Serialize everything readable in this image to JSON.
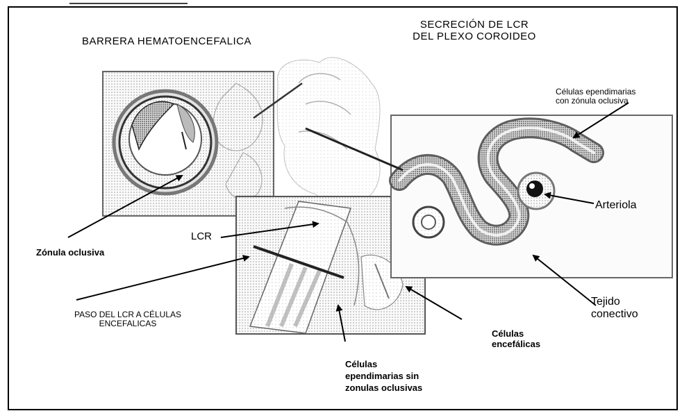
{
  "titles": {
    "blood_brain_barrier": "BARRERA HEMATOENCEFALICA",
    "csf_secretion_line1": "SECRECIÓN DE LCR",
    "csf_secretion_line2": "DEL  PLEXO COROIDEO"
  },
  "labels": {
    "ependymal_with_zonula_line1": "Células ependimarias",
    "ependymal_with_zonula_line2": "con zónula oclusiva",
    "arteriola": "Arteriola",
    "lcr": "LCR",
    "zonula_oclusiva": "Zónula oclusiva",
    "paso_line1": "PASO DEL LCR  A CÉLULAS",
    "paso_line2": "ENCEFALICAS",
    "tejido_line1": "Tejido",
    "tejido_line2": "conectivo",
    "encefalicas_line1": "Células",
    "encefalicas_line2": "encefálicas",
    "ependymal_without_line1": "Células",
    "ependymal_without_line2": "ependimarias sin",
    "ependymal_without_line3": "zonulas oclusivas"
  },
  "colors": {
    "border": "#000000",
    "stipple_dark": "#6f6f6f",
    "stipple_light": "#c9c9c9",
    "panel_fill": "#f4f4f4"
  }
}
